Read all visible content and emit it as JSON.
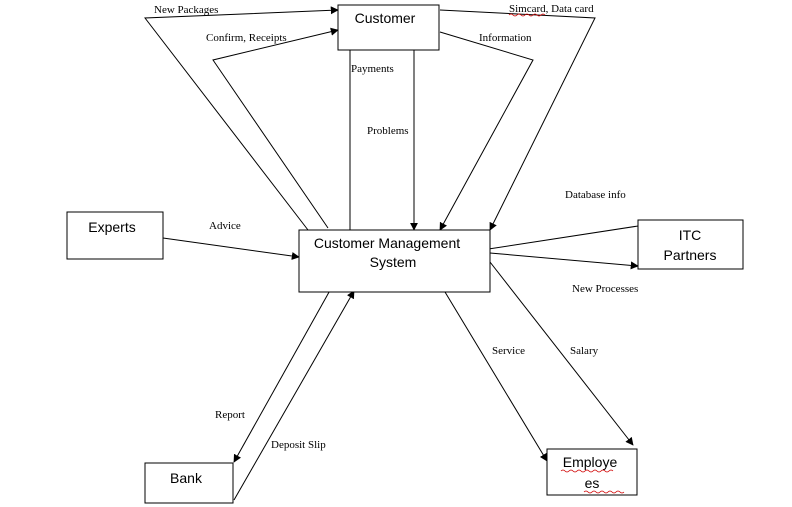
{
  "entities": {
    "customer": "Customer",
    "system_line1": "Customer Management",
    "system_line2": "System",
    "experts": "Experts",
    "itc_line1": "ITC",
    "itc_line2": "Partners",
    "bank": "Bank",
    "employees_line1": "Employe",
    "employees_line2": "es"
  },
  "flows": {
    "new_packages": "New Packages",
    "confirm_receipts": "Confirm, Receipts",
    "payments": "Payments",
    "problems": "Problems",
    "simcard": "Simcard, Data card",
    "information": "Information",
    "advice": "Advice",
    "database_info": "Database info",
    "new_processes": "New Processes",
    "service": "Service",
    "salary": "Salary",
    "report": "Report",
    "deposit_slip": "Deposit Slip"
  }
}
